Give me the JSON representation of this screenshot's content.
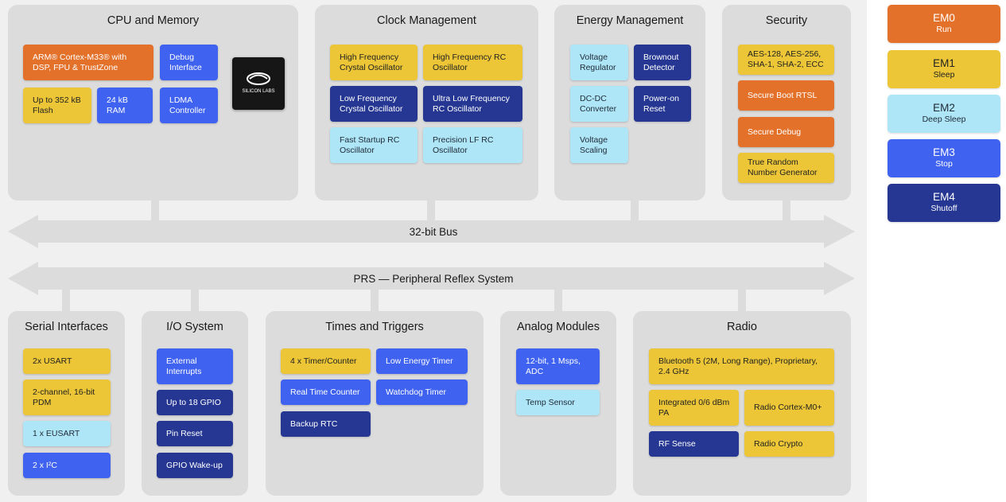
{
  "panels": {
    "cpu": {
      "title": "CPU and Memory",
      "blocks": [
        "ARM® Cortex-M33® with DSP, FPU & TrustZone",
        "Debug Interface",
        "Up to 352 kB Flash",
        "24 kB RAM",
        "LDMA Controller"
      ],
      "logo_text": "SILICON LABS"
    },
    "clock": {
      "title": "Clock Management",
      "blocks": [
        "High Frequency Crystal Oscillator",
        "High Frequency RC Oscillator",
        "Low Frequency Crystal Oscillator",
        "Ultra Low Frequency RC Oscillator",
        "Fast Startup RC Oscillator",
        "Precision LF RC Oscillator"
      ]
    },
    "energy": {
      "title": "Energy Management",
      "blocks": [
        "Voltage Regulator",
        "Brownout Detector",
        "DC-DC Converter",
        "Power-on Reset",
        "Voltage Scaling"
      ]
    },
    "security": {
      "title": "Security",
      "blocks": [
        "AES-128, AES-256, SHA-1, SHA-2, ECC",
        "Secure Boot RTSL",
        "Secure Debug",
        "True Random Number Generator"
      ]
    },
    "serial": {
      "title": "Serial Interfaces",
      "blocks": [
        "2x USART",
        "2-channel, 16-bit PDM",
        "1 x EUSART",
        "2 x I²C"
      ]
    },
    "io": {
      "title": "I/O System",
      "blocks": [
        "External Interrupts",
        "Up to 18 GPIO",
        "Pin Reset",
        "GPIO Wake-up"
      ]
    },
    "timers": {
      "title": "Times and Triggers",
      "blocks": [
        "4 x Timer/Counter",
        "Low Energy Timer",
        "Real Time Counter",
        "Watchdog Timer",
        "Backup RTC"
      ]
    },
    "analog": {
      "title": "Analog Modules",
      "blocks": [
        "12-bit, 1 Msps, ADC",
        "Temp Sensor"
      ]
    },
    "radio": {
      "title": "Radio",
      "blocks": [
        "Bluetooth 5 (2M, Long Range), Proprietary, 2.4 GHz",
        "Integrated 0/6 dBm PA",
        "Radio Cortex-M0+",
        "RF Sense",
        "Radio Crypto"
      ]
    }
  },
  "bus": {
    "main": "32-bit Bus",
    "prs": "PRS — Peripheral Reflex System"
  },
  "legend": [
    {
      "name": "EM0",
      "state": "Run",
      "color": "#e3712a"
    },
    {
      "name": "EM1",
      "state": "Sleep",
      "color": "#ecc636"
    },
    {
      "name": "EM2",
      "state": "Deep Sleep",
      "color": "#aee6f8"
    },
    {
      "name": "EM3",
      "state": "Stop",
      "color": "#3f62f0"
    },
    {
      "name": "EM4",
      "state": "Shutoff",
      "color": "#253793"
    }
  ]
}
